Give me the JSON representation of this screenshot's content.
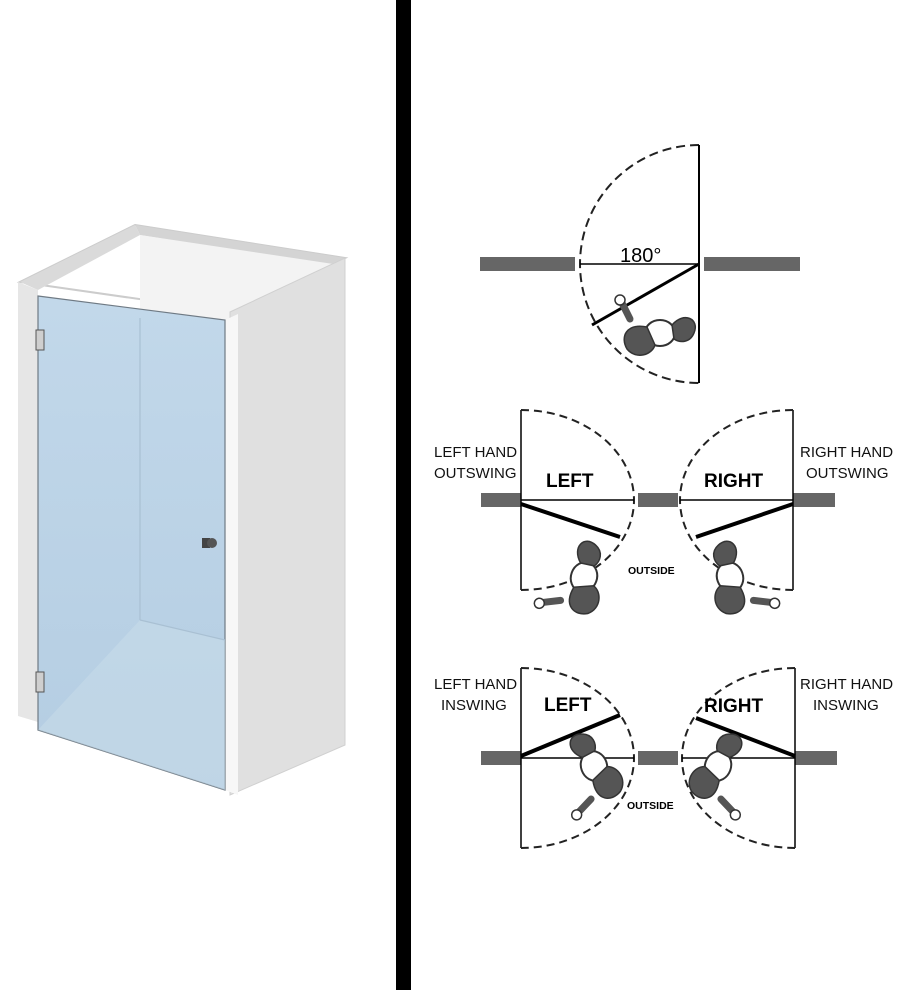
{
  "diagram": {
    "angle_label": "180°",
    "outswing": {
      "left_caption_line1": "LEFT HAND",
      "left_caption_line2": "OUTSWING",
      "right_caption_line1": "RIGHT HAND",
      "right_caption_line2": "OUTSWING",
      "left_word": "LEFT",
      "right_word": "RIGHT",
      "outside_label": "OUTSIDE"
    },
    "inswing": {
      "left_caption_line1": "LEFT HAND",
      "left_caption_line2": "INSWING",
      "right_caption_line1": "RIGHT HAND",
      "right_caption_line2": "INSWING",
      "left_word": "LEFT",
      "right_word": "RIGHT",
      "outside_label": "OUTSIDE"
    }
  },
  "colors": {
    "glass": "#bcd4e6",
    "wall": "#dcdcdc",
    "divider": "#000000",
    "wall_bar": "#666666"
  }
}
